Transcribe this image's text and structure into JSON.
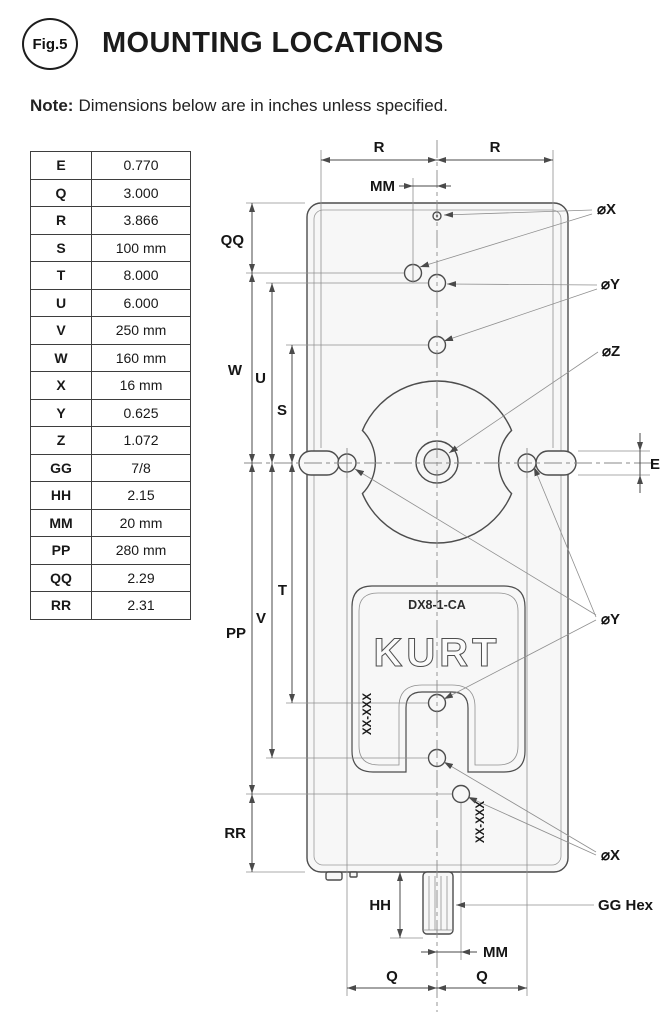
{
  "header": {
    "badge": "Fig.5",
    "title": "MOUNTING LOCATIONS"
  },
  "note": {
    "label": "Note:",
    "text": "Dimensions below are in inches unless specified."
  },
  "table": {
    "rows": [
      {
        "label": "E",
        "value": "0.770"
      },
      {
        "label": "Q",
        "value": "3.000"
      },
      {
        "label": "R",
        "value": "3.866"
      },
      {
        "label": "S",
        "value": "100 mm"
      },
      {
        "label": "T",
        "value": "8.000"
      },
      {
        "label": "U",
        "value": "6.000"
      },
      {
        "label": "V",
        "value": "250 mm"
      },
      {
        "label": "W",
        "value": "160 mm"
      },
      {
        "label": "X",
        "value": "16 mm"
      },
      {
        "label": "Y",
        "value": "0.625"
      },
      {
        "label": "Z",
        "value": "1.072"
      },
      {
        "label": "GG",
        "value": "7/8"
      },
      {
        "label": "HH",
        "value": "2.15"
      },
      {
        "label": "MM",
        "value": "20 mm"
      },
      {
        "label": "PP",
        "value": "280 mm"
      },
      {
        "label": "QQ",
        "value": "2.29"
      },
      {
        "label": "RR",
        "value": "2.31"
      }
    ]
  },
  "drawing": {
    "part_number": "DX8-1-CA",
    "brand": "KURT",
    "stamp_a": "XX-XXX",
    "stamp_b": "XX-XXX",
    "dims": {
      "qq": "QQ",
      "w": "W",
      "u": "U",
      "s": "S",
      "t": "T",
      "v": "V",
      "pp": "PP",
      "rr": "RR",
      "r1": "R",
      "r2": "R",
      "mm_top": "MM",
      "q1": "Q",
      "q2": "Q",
      "mm_bottom": "MM",
      "hh": "HH",
      "e": "E",
      "dia_x_top": "⌀X",
      "dia_y_top": "⌀Y",
      "dia_z": "⌀Z",
      "dia_y_mid": "⌀Y",
      "dia_x_bottom": "⌀X",
      "gg_hex": "GG Hex"
    },
    "line_color": "#4d4d4d",
    "body_fill": "#f7f7f7"
  }
}
